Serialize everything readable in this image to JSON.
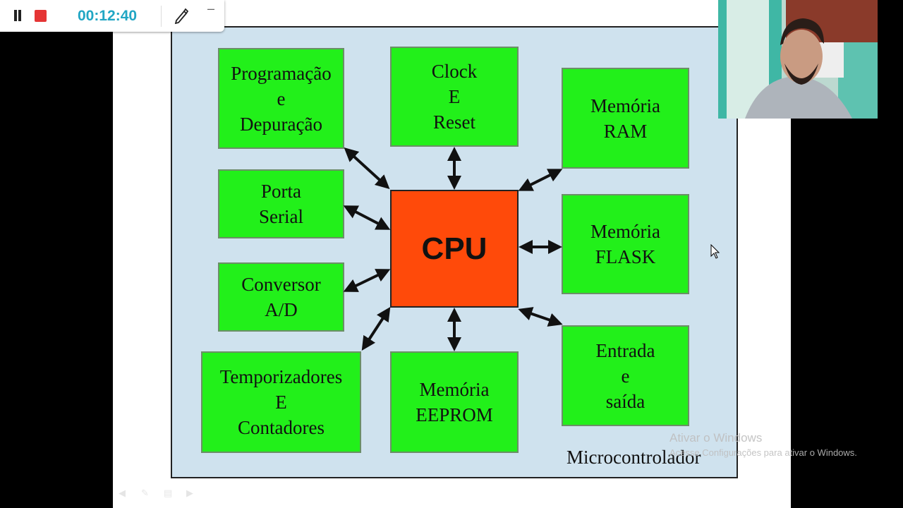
{
  "recorder": {
    "timer": "00:12:40",
    "minimize_label": "–",
    "icons": {
      "pause": "pause-icon",
      "stop": "stop-icon",
      "pen": "pen-icon"
    }
  },
  "diagram": {
    "cpu_label": "CPU",
    "container_label": "Microcontrolador",
    "blocks": [
      {
        "id": "prog",
        "lines": [
          "Programação",
          "e",
          "Depuração"
        ]
      },
      {
        "id": "clock",
        "lines": [
          "Clock",
          "E",
          "Reset"
        ]
      },
      {
        "id": "ram",
        "lines": [
          "Memória",
          "RAM"
        ]
      },
      {
        "id": "serial",
        "lines": [
          "Porta",
          "Serial"
        ]
      },
      {
        "id": "flash",
        "lines": [
          "Memória",
          "FLASK"
        ]
      },
      {
        "id": "adc",
        "lines": [
          "Conversor",
          "A/D"
        ]
      },
      {
        "id": "timers",
        "lines": [
          "Temporizadores",
          "E",
          "Contadores"
        ]
      },
      {
        "id": "eeprom",
        "lines": [
          "Memória",
          "EEPROM"
        ]
      },
      {
        "id": "io",
        "lines": [
          "Entrada",
          "e",
          "saída"
        ]
      }
    ],
    "colors": {
      "block": "#22f01a",
      "cpu": "#ff4a0a",
      "background": "#cfe2ee"
    }
  },
  "watermark": {
    "title": "Ativar o Windows",
    "subtitle": "Acesse Configurações para ativar o Windows."
  },
  "slide_controls": [
    "prev-icon",
    "pen-icon",
    "menu-icon",
    "next-icon"
  ]
}
